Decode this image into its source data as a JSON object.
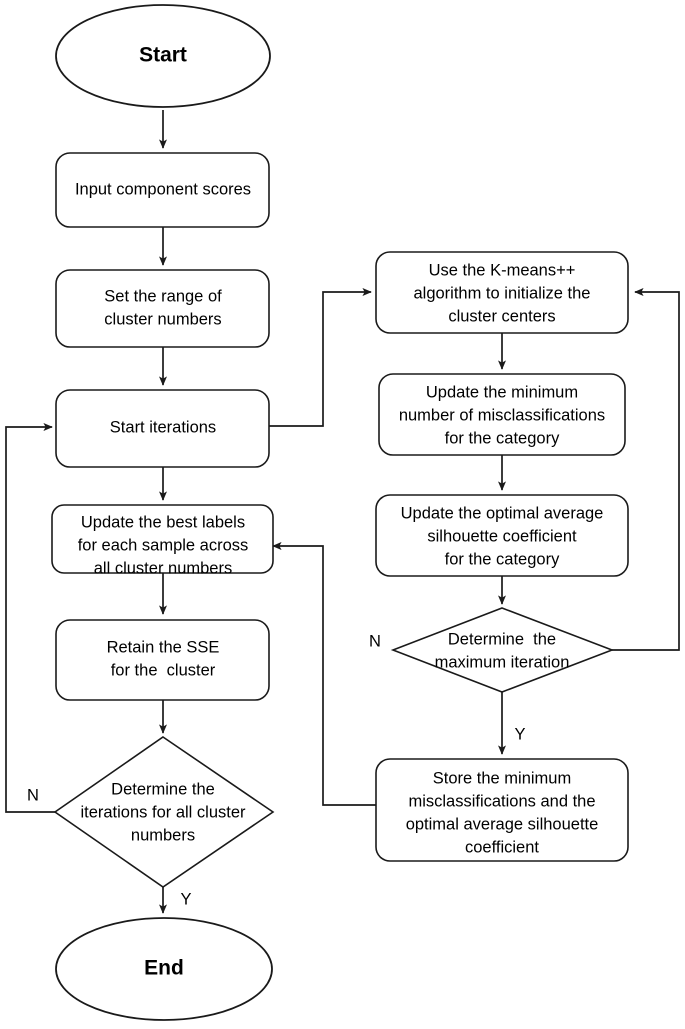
{
  "diagram": {
    "type": "flowchart",
    "title": "K-means++ clustering procedure flowchart",
    "orientation": "two-column, top-to-bottom with feedback loops",
    "colors": {
      "background": "#ffffff",
      "stroke": "#1a1a1a",
      "text": "#000000",
      "fill": "#ffffff"
    },
    "nodes": {
      "start": {
        "shape": "ellipse",
        "label": "Start"
      },
      "input_scores": {
        "shape": "rounded-rectangle",
        "label": "Input component scores"
      },
      "set_range": {
        "shape": "rounded-rectangle",
        "line1": "Set the range of",
        "line2": "cluster numbers"
      },
      "start_iterations": {
        "shape": "rounded-rectangle",
        "label": "Start iterations"
      },
      "update_labels": {
        "shape": "rounded-rectangle",
        "line1": "Update the best labels",
        "line2": "for each sample across",
        "line3": "all cluster numbers"
      },
      "retain_sse": {
        "shape": "rounded-rectangle",
        "line1": "Retain the SSE",
        "line2": "for the  cluster"
      },
      "determine_iterations": {
        "shape": "diamond",
        "line1": "Determine the",
        "line2": "iterations for all cluster",
        "line3": "numbers"
      },
      "end": {
        "shape": "ellipse",
        "label": "End"
      },
      "kmeanspp_init": {
        "shape": "rounded-rectangle",
        "line1": "Use the K-means++",
        "line2": "algorithm to initialize the",
        "line3": "cluster centers"
      },
      "update_misclassifications": {
        "shape": "rounded-rectangle",
        "line1": "Update the minimum",
        "line2": "number of misclassifications",
        "line3": "for the category"
      },
      "update_silhouette": {
        "shape": "rounded-rectangle",
        "line1": "Update the optimal average",
        "line2": "silhouette coefficient",
        "line3": "for the category"
      },
      "determine_max_iteration": {
        "shape": "diamond",
        "line1": "Determine  the",
        "line2": "maximum iteration"
      },
      "store_results": {
        "shape": "rounded-rectangle",
        "line1": "Store the minimum",
        "line2": "misclassifications and the",
        "line3": "optimal average silhouette",
        "line4": "coefficient"
      }
    },
    "branch_labels": {
      "max_iteration_no": "N",
      "max_iteration_yes": "Y",
      "cluster_iterations_no": "N",
      "cluster_iterations_yes": "Y"
    },
    "edges": [
      {
        "from": "start",
        "to": "input_scores",
        "label": ""
      },
      {
        "from": "input_scores",
        "to": "set_range",
        "label": ""
      },
      {
        "from": "set_range",
        "to": "start_iterations",
        "label": ""
      },
      {
        "from": "start_iterations",
        "to": "update_labels",
        "label": ""
      },
      {
        "from": "start_iterations",
        "to": "kmeanspp_init",
        "label": ""
      },
      {
        "from": "update_labels",
        "to": "retain_sse",
        "label": ""
      },
      {
        "from": "retain_sse",
        "to": "determine_iterations",
        "label": ""
      },
      {
        "from": "determine_iterations",
        "to": "end",
        "label": "Y"
      },
      {
        "from": "determine_iterations",
        "to": "start_iterations",
        "label": "N"
      },
      {
        "from": "kmeanspp_init",
        "to": "update_misclassifications",
        "label": ""
      },
      {
        "from": "update_misclassifications",
        "to": "update_silhouette",
        "label": ""
      },
      {
        "from": "update_silhouette",
        "to": "determine_max_iteration",
        "label": ""
      },
      {
        "from": "determine_max_iteration",
        "to": "kmeanspp_init",
        "label": "N"
      },
      {
        "from": "determine_max_iteration",
        "to": "store_results",
        "label": "Y"
      },
      {
        "from": "store_results",
        "to": "update_labels",
        "label": ""
      }
    ]
  }
}
